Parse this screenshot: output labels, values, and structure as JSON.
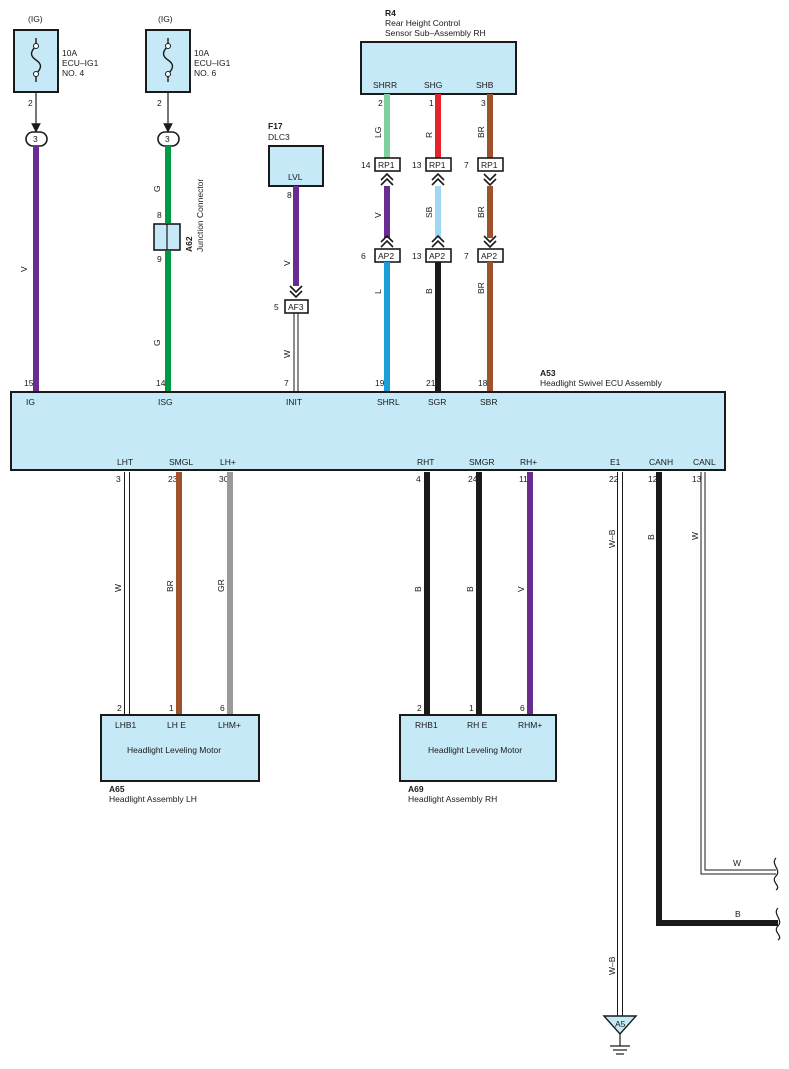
{
  "fuse4": {
    "ig": "(IG)",
    "rating": "10A",
    "name": "ECU–IG1",
    "no": "NO. 4",
    "pin": "2",
    "jc": "3",
    "wire": "V"
  },
  "fuse6": {
    "ig": "(IG)",
    "rating": "10A",
    "name": "ECU–IG1",
    "no": "NO. 6",
    "pin": "2",
    "jc": "3",
    "wire1": "G",
    "pin_in": "8",
    "pin_out": "9",
    "wire2": "G"
  },
  "a62": {
    "code": "A62",
    "name": "Junction Connector"
  },
  "f17": {
    "code": "F17",
    "name": "DLC3",
    "terminal": "LVL",
    "pin": "8",
    "wire1": "V",
    "af_pin": "5",
    "af": "AF3",
    "wire2": "W"
  },
  "r4": {
    "code": "R4",
    "name_line1": "Rear Height Control",
    "name_line2": "Sensor Sub–Assembly RH",
    "terminals": [
      "SHRR",
      "SHG",
      "SHB"
    ],
    "pins": [
      "2",
      "1",
      "3"
    ],
    "wires_top": [
      "LG",
      "R",
      "BR"
    ],
    "rp1_pins": [
      "14",
      "13",
      "7"
    ],
    "rp1": "RP1",
    "wires_mid": [
      "V",
      "SB",
      "BR"
    ],
    "ap2_pins": [
      "6",
      "13",
      "7"
    ],
    "ap2": "AP2",
    "wires_bot": [
      "L",
      "B",
      "BR"
    ]
  },
  "a53": {
    "code": "A53",
    "name": "Headlight Swivel ECU Assembly",
    "top_pins": [
      "15",
      "14",
      "7",
      "19",
      "21",
      "18"
    ],
    "top_terms": [
      "IG",
      "ISG",
      "INIT",
      "SHRL",
      "SGR",
      "SBR"
    ],
    "bot_terms": [
      "LHT",
      "SMGL",
      "LH+",
      "RHT",
      "SMGR",
      "RH+",
      "E1",
      "CANH",
      "CANL"
    ],
    "bot_pins": [
      "3",
      "23",
      "30",
      "4",
      "24",
      "11",
      "22",
      "12",
      "13"
    ]
  },
  "wires_lower": [
    "W",
    "BR",
    "GR",
    "B",
    "B",
    "V",
    "W–B",
    "B",
    "W"
  ],
  "a65": {
    "code": "A65",
    "name": "Headlight Assembly LH",
    "motor": "Headlight Leveling Motor",
    "pins": [
      "2",
      "1",
      "6"
    ],
    "terms": [
      "LHB1",
      "LH E",
      "LHM+"
    ]
  },
  "a69": {
    "code": "A69",
    "name": "Headlight Assembly RH",
    "motor": "Headlight Leveling Motor",
    "pins": [
      "2",
      "1",
      "6"
    ],
    "terms": [
      "RHB1",
      "RH E",
      "RHM+"
    ]
  },
  "canl_wire": "W",
  "canh_wire": "B",
  "ground": {
    "wire": "W–B",
    "code": "A5"
  },
  "colors": {
    "V": "#6a2c91",
    "G": "#009a44",
    "LG": "#7fcf9f",
    "R": "#e8222b",
    "BR": "#a0522d",
    "SB": "#9ed8f2",
    "L": "#1a9fd8",
    "B": "#1a1a1a",
    "GR": "#9a9a9a",
    "box": "#c6e9f7"
  }
}
